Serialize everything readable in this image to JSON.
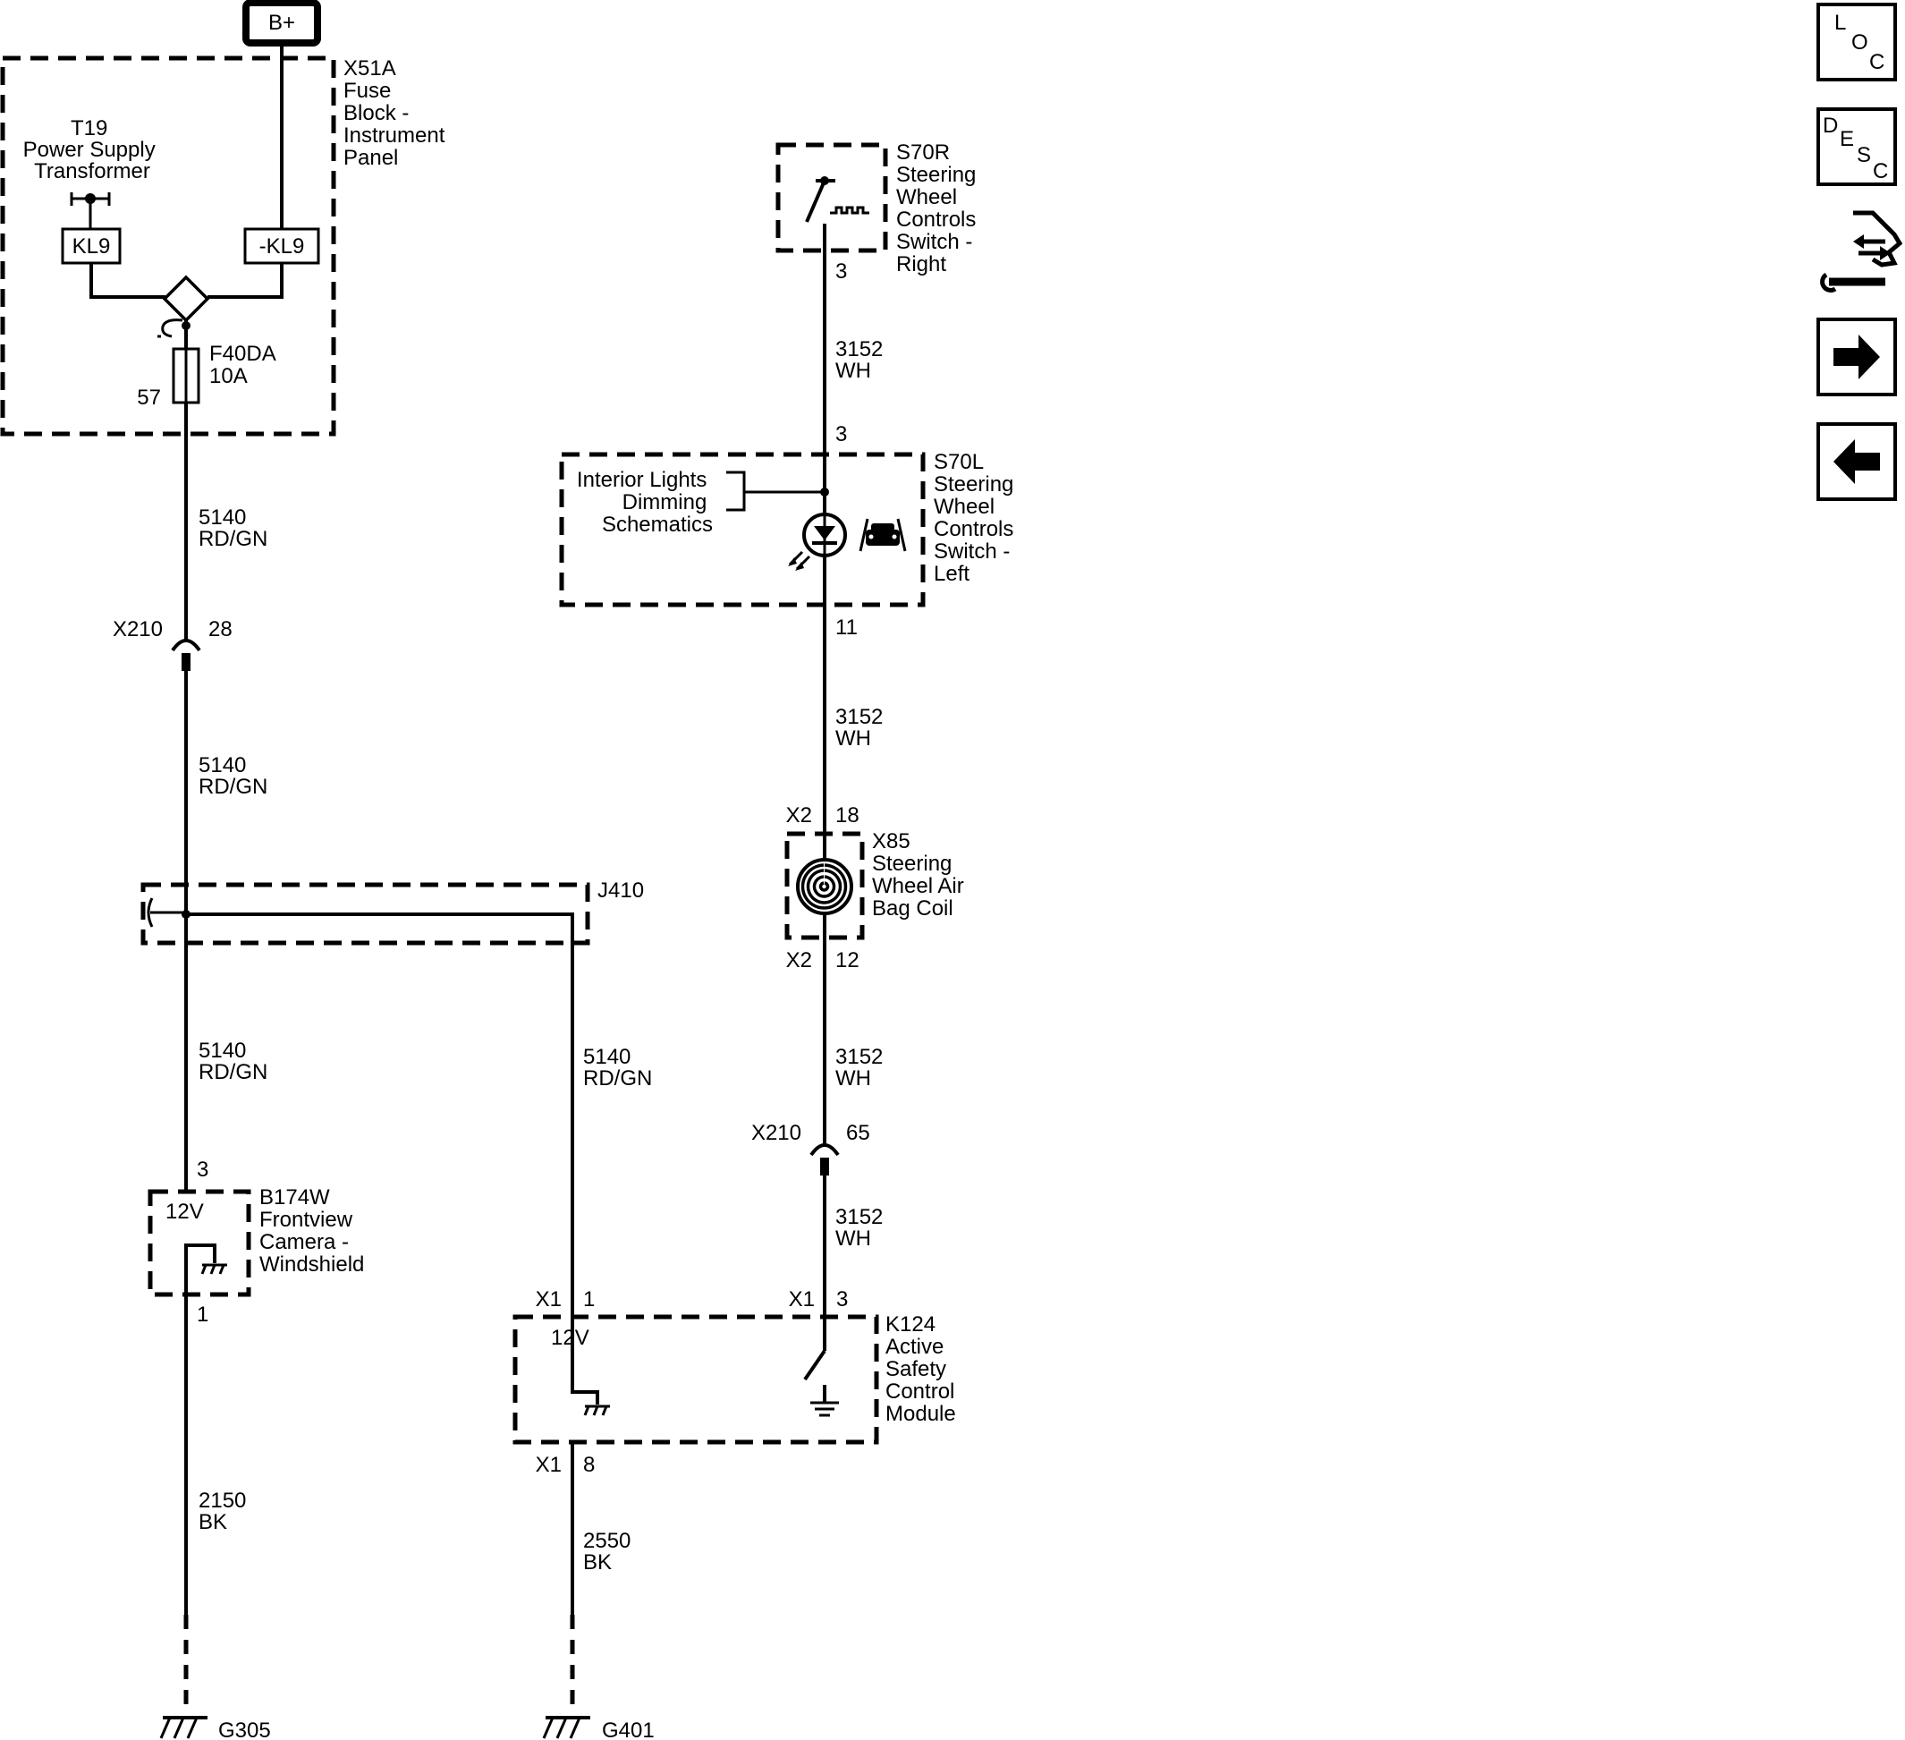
{
  "colors": {
    "line": "#000000",
    "background": "#ffffff"
  },
  "power": {
    "label": "B+"
  },
  "fuse_block": {
    "name_lines": [
      "X51A",
      "Fuse",
      "Block -",
      "Instrument",
      "Panel"
    ]
  },
  "transformer": {
    "name_lines": [
      "T19",
      "Power Supply",
      "Transformer"
    ]
  },
  "relay_labels": {
    "left": "KL9",
    "right": "-KL9"
  },
  "fuse": {
    "name_lines": [
      "F40DA",
      "10A"
    ],
    "pin": "57"
  },
  "wires": {
    "w5140": {
      "circuit": "5140",
      "color": "RD/GN"
    },
    "w3152": {
      "circuit": "3152",
      "color": "WH"
    },
    "w2150": {
      "circuit": "2150",
      "color": "BK"
    },
    "w2550": {
      "circuit": "2550",
      "color": "BK"
    }
  },
  "connectors": {
    "x210": "X210",
    "x210_pin_left": "28",
    "x210_pin_right": "65",
    "x2": "X2",
    "x2_pin_top": "18",
    "x2_pin_bottom": "12",
    "x1": "X1",
    "x1_pin_1": "1",
    "x1_pin_3": "3",
    "x1_pin_8": "8"
  },
  "splice": {
    "name": "J410"
  },
  "camera": {
    "name_lines": [
      "B174W",
      "Frontview",
      "Camera -",
      "Windshield"
    ],
    "voltage": "12V",
    "pin_top": "3",
    "pin_bottom": "1"
  },
  "module": {
    "name_lines": [
      "K124",
      "Active",
      "Safety",
      "Control",
      "Module"
    ],
    "voltage": "12V"
  },
  "switch_right": {
    "name_lines": [
      "S70R",
      "Steering",
      "Wheel",
      "Controls",
      "Switch -",
      "Right"
    ],
    "pin": "3"
  },
  "switch_left": {
    "name_lines": [
      "S70L",
      "Steering",
      "Wheel",
      "Controls",
      "Switch -",
      "Left"
    ],
    "pin_top": "3",
    "pin_bottom": "11"
  },
  "dimming_ref": {
    "lines": [
      "Interior Lights",
      "Dimming",
      "Schematics"
    ]
  },
  "airbag_coil": {
    "name_lines": [
      "X85",
      "Steering",
      "Wheel Air",
      "Bag Coil"
    ]
  },
  "grounds": {
    "left": "G305",
    "right": "G401"
  },
  "nav": {
    "loc": [
      "L",
      "O",
      "C"
    ],
    "desc": [
      "D",
      "E",
      "S",
      "C"
    ],
    "connector_icon": "connector-pinout-icon",
    "next_icon": "arrow-right-icon",
    "prev_icon": "arrow-left-icon"
  }
}
